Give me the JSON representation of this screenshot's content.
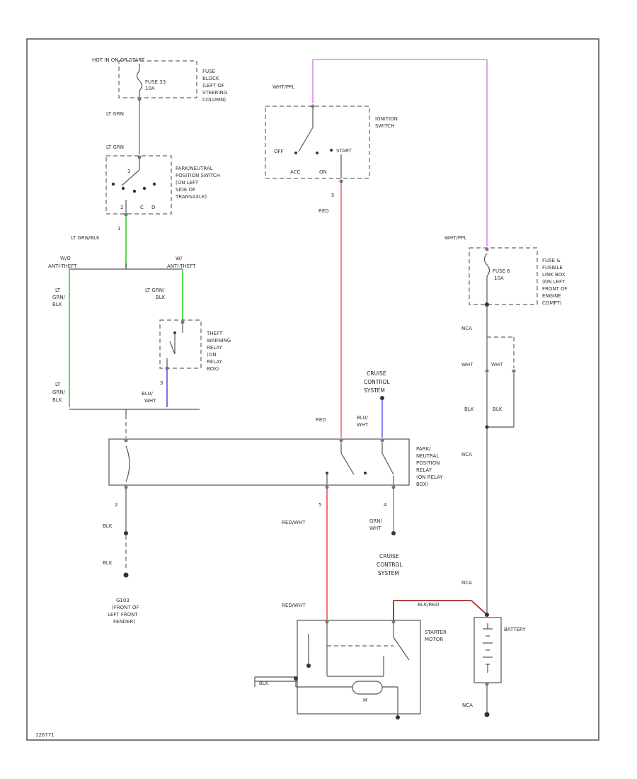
{
  "colors": {
    "ltgrn": "#55dd55",
    "red": "#ee6666",
    "pink": "#dd88ee",
    "blue": "#7777ee",
    "darkred": "#aa2222",
    "wire": "#555555"
  },
  "fuse_block": {
    "power_label": "HOT IN ON OR START",
    "fuse": [
      "FUSE 33",
      "10A"
    ],
    "desc": [
      "FUSE",
      "BLOCK",
      "(LEFT OF",
      "STEERING",
      "COLUMN)"
    ]
  },
  "ignition": {
    "wire_top": "WHT/PPL",
    "desc": [
      "IGNITION",
      "SWITCH"
    ],
    "positions": {
      "off": "OFF",
      "start": "START",
      "acc": "ACC",
      "on": "ON"
    },
    "pin": "5",
    "wire_out": "RED"
  },
  "pnp_switch": {
    "wire_in": "LT GRN",
    "pin_top": "3",
    "pins_bottom": [
      "2",
      "C",
      "D"
    ],
    "desc": [
      "PARK/NEUTRAL",
      "POSITION SWITCH",
      "(ON LEFT",
      "SIDE OF",
      "TRANSAXLE)"
    ],
    "pin_out": "1",
    "wire_out": "LT GRN/BLK"
  },
  "splice": {
    "left": [
      "W/O",
      "ANTI-THEFT"
    ],
    "right": [
      "W/",
      "ANTI-THEFT"
    ]
  },
  "left_branch": {
    "wire1": [
      "LT",
      "GRN/",
      "BLK"
    ],
    "wire2": [
      "LT",
      "GRN/",
      "BLK"
    ]
  },
  "theft_relay": {
    "wire_in": [
      "LT GRN/",
      "BLK"
    ],
    "desc": [
      "THEFT",
      "WARNING",
      "RELAY",
      "(ON",
      "RELAY",
      "BOX)"
    ],
    "pin": "3",
    "wire_out": [
      "BLU/",
      "WHT"
    ]
  },
  "cruise_top": {
    "desc": [
      "CRUISE",
      "CONTROL",
      "SYSTEM"
    ],
    "wire": [
      "BLU/",
      "WHT"
    ]
  },
  "pn_relay": {
    "wire_red": "RED",
    "desc": [
      "PARK/",
      "NEUTRAL",
      "POSITION",
      "RELAY",
      "(ON RELAY",
      "BOX)"
    ],
    "pin_left": "2",
    "pin_mid": "5",
    "pin_right": "4",
    "wire_ground1": "BLK",
    "wire_ground2": "BLK",
    "wire_redwht": "RED/WHT",
    "wire_grnwht": [
      "GRN/",
      "WHT"
    ]
  },
  "ground": {
    "id": "G103",
    "desc": [
      "(FRONT OF",
      "LEFT FRONT",
      "FENDER)"
    ]
  },
  "cruise_bottom": {
    "desc": [
      "CRUISE",
      "CONTROL",
      "SYSTEM"
    ]
  },
  "starter": {
    "wire_in": "RED/WHT",
    "desc": [
      "STARTER",
      "MOTOR"
    ],
    "motor": "M",
    "wire_bat": "BLK/RED",
    "blk_tag": "BLK"
  },
  "fusible_link": {
    "wire_top": "WHT/PPL",
    "fuse": [
      "FUSE 6",
      "10A"
    ],
    "desc": [
      "FUSE &",
      "FUSIBLE",
      "LINK BOX",
      "(ON LEFT",
      "FRONT OF",
      "ENGINE",
      "COMPT)"
    ],
    "nca1": "NCA",
    "wht1": "WHT",
    "wht2": "WHT",
    "blk1": "BLK",
    "blk2": "BLK",
    "nca2": "NCA",
    "nca3": "NCA"
  },
  "battery": {
    "label": "BATTERY",
    "nca_bottom": "NCA"
  },
  "footer": {
    "ref": "126771"
  }
}
